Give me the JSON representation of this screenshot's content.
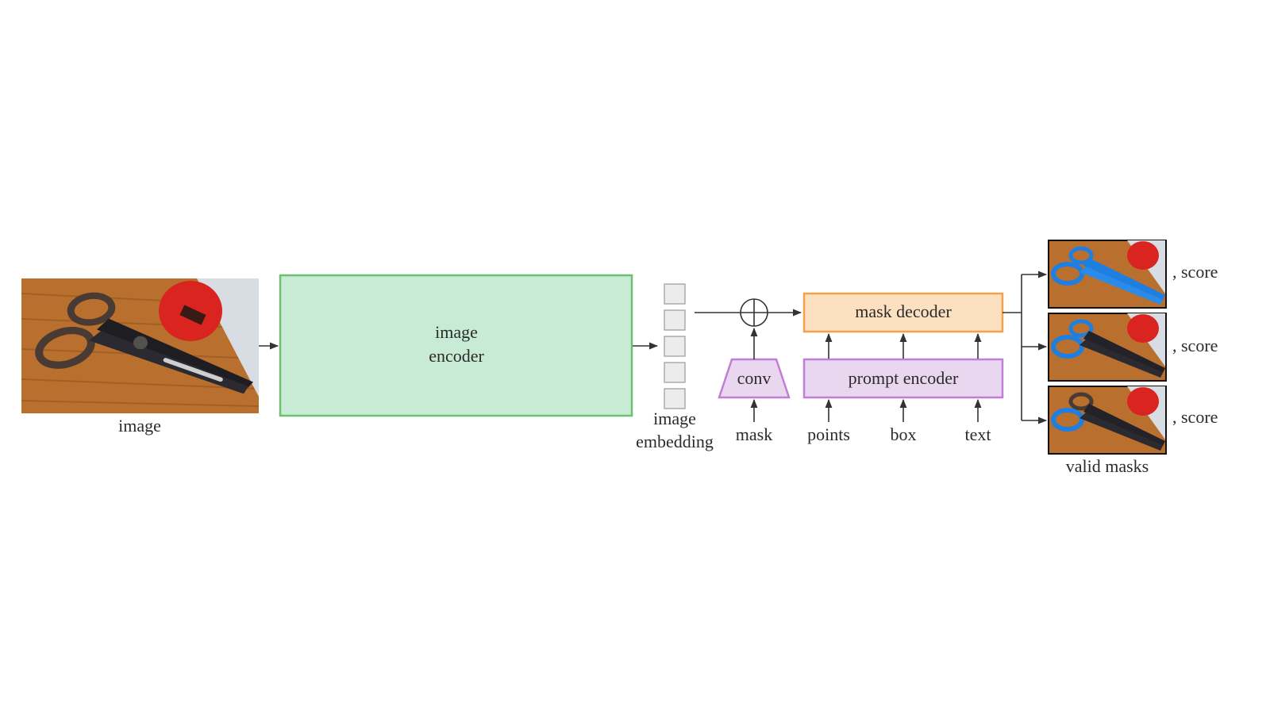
{
  "input_image": {
    "label": "image"
  },
  "image_encoder": {
    "line1": "image",
    "line2": "encoder",
    "fill": "#c8ebd6",
    "stroke": "#6cc070"
  },
  "image_embedding": {
    "line1": "image",
    "line2": "embedding"
  },
  "conv": {
    "label": "conv",
    "fill": "#e8d7ee",
    "stroke": "#c27ed6"
  },
  "mask_input": {
    "label": "mask"
  },
  "mask_decoder": {
    "label": "mask decoder",
    "fill": "#fde0bf",
    "stroke": "#f5a04a"
  },
  "prompt_encoder": {
    "label": "prompt encoder",
    "fill": "#e8d7ee",
    "stroke": "#c27ed6"
  },
  "prompts": {
    "points": "points",
    "box": "box",
    "text": "text"
  },
  "outputs": {
    "scores": [
      ", score",
      ", score",
      ", score"
    ],
    "caption": "valid masks"
  }
}
